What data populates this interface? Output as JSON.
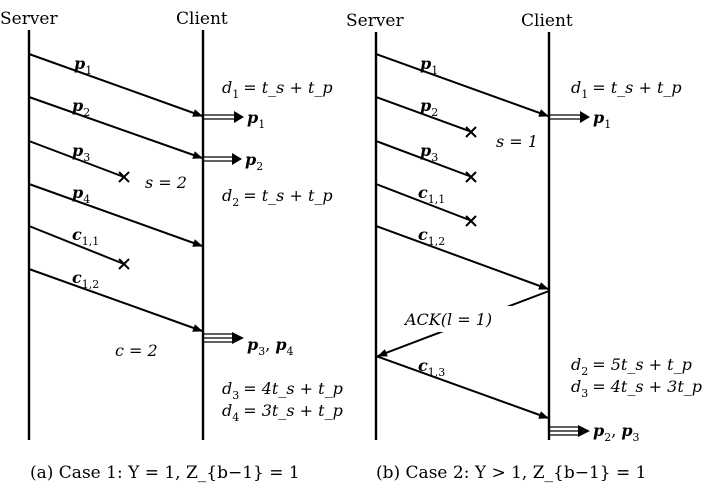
{
  "case1": {
    "server_label": "Server",
    "client_label": "Client",
    "packets": [
      {
        "sym": "p",
        "sub": "1"
      },
      {
        "sym": "p",
        "sub": "2"
      },
      {
        "sym": "p",
        "sub": "3"
      },
      {
        "sym": "p",
        "sub": "4"
      },
      {
        "sym": "c",
        "sub": "1,2"
      },
      {
        "sym": "c",
        "sub": "1,1"
      }
    ],
    "lost_label": "s = 2",
    "coded_label": "c = 2",
    "delivered": [
      {
        "parts": [
          {
            "sym": "p",
            "sub": "1"
          }
        ]
      },
      {
        "parts": [
          {
            "sym": "p",
            "sub": "2"
          }
        ]
      },
      {
        "parts": [
          {
            "sym": "p",
            "sub": "3"
          },
          {
            "sym": "p",
            "sub": "4"
          }
        ]
      }
    ],
    "delays": [
      {
        "d": "d",
        "sub": "1",
        "rhs": "= t_s + t_p"
      },
      {
        "d": "d",
        "sub": "2",
        "rhs": "= t_s + t_p"
      },
      {
        "d": "d",
        "sub": "3",
        "rhs": "= 4t_s + t_p"
      },
      {
        "d": "d",
        "sub": "4",
        "rhs": "= 3t_s + t_p"
      }
    ],
    "caption": "(a) Case 1: Y = 1, Z_{b−1} = 1"
  },
  "case2": {
    "server_label": "Server",
    "client_label": "Client",
    "packets": [
      {
        "sym": "p",
        "sub": "1"
      },
      {
        "sym": "p",
        "sub": "2"
      },
      {
        "sym": "p",
        "sub": "3"
      },
      {
        "sym": "c",
        "sub": "1,1"
      },
      {
        "sym": "c",
        "sub": "1,2"
      },
      {
        "sym": "c",
        "sub": "1,3"
      }
    ],
    "lost_label": "s = 1",
    "ack_label": "ACK(l = 1)",
    "delivered": [
      {
        "parts": [
          {
            "sym": "p",
            "sub": "1"
          }
        ]
      },
      {
        "parts": [
          {
            "sym": "p",
            "sub": "2"
          },
          {
            "sym": "p",
            "sub": "3"
          }
        ]
      }
    ],
    "delays": [
      {
        "d": "d",
        "sub": "1",
        "rhs": "= t_s + t_p"
      },
      {
        "d": "d",
        "sub": "2",
        "rhs": "= 5t_s + t_p"
      },
      {
        "d": "d",
        "sub": "3",
        "rhs": "= 4t_s + 3t_p"
      }
    ],
    "caption": "(b) Case 2: Y > 1, Z_{b−1} = 1"
  }
}
